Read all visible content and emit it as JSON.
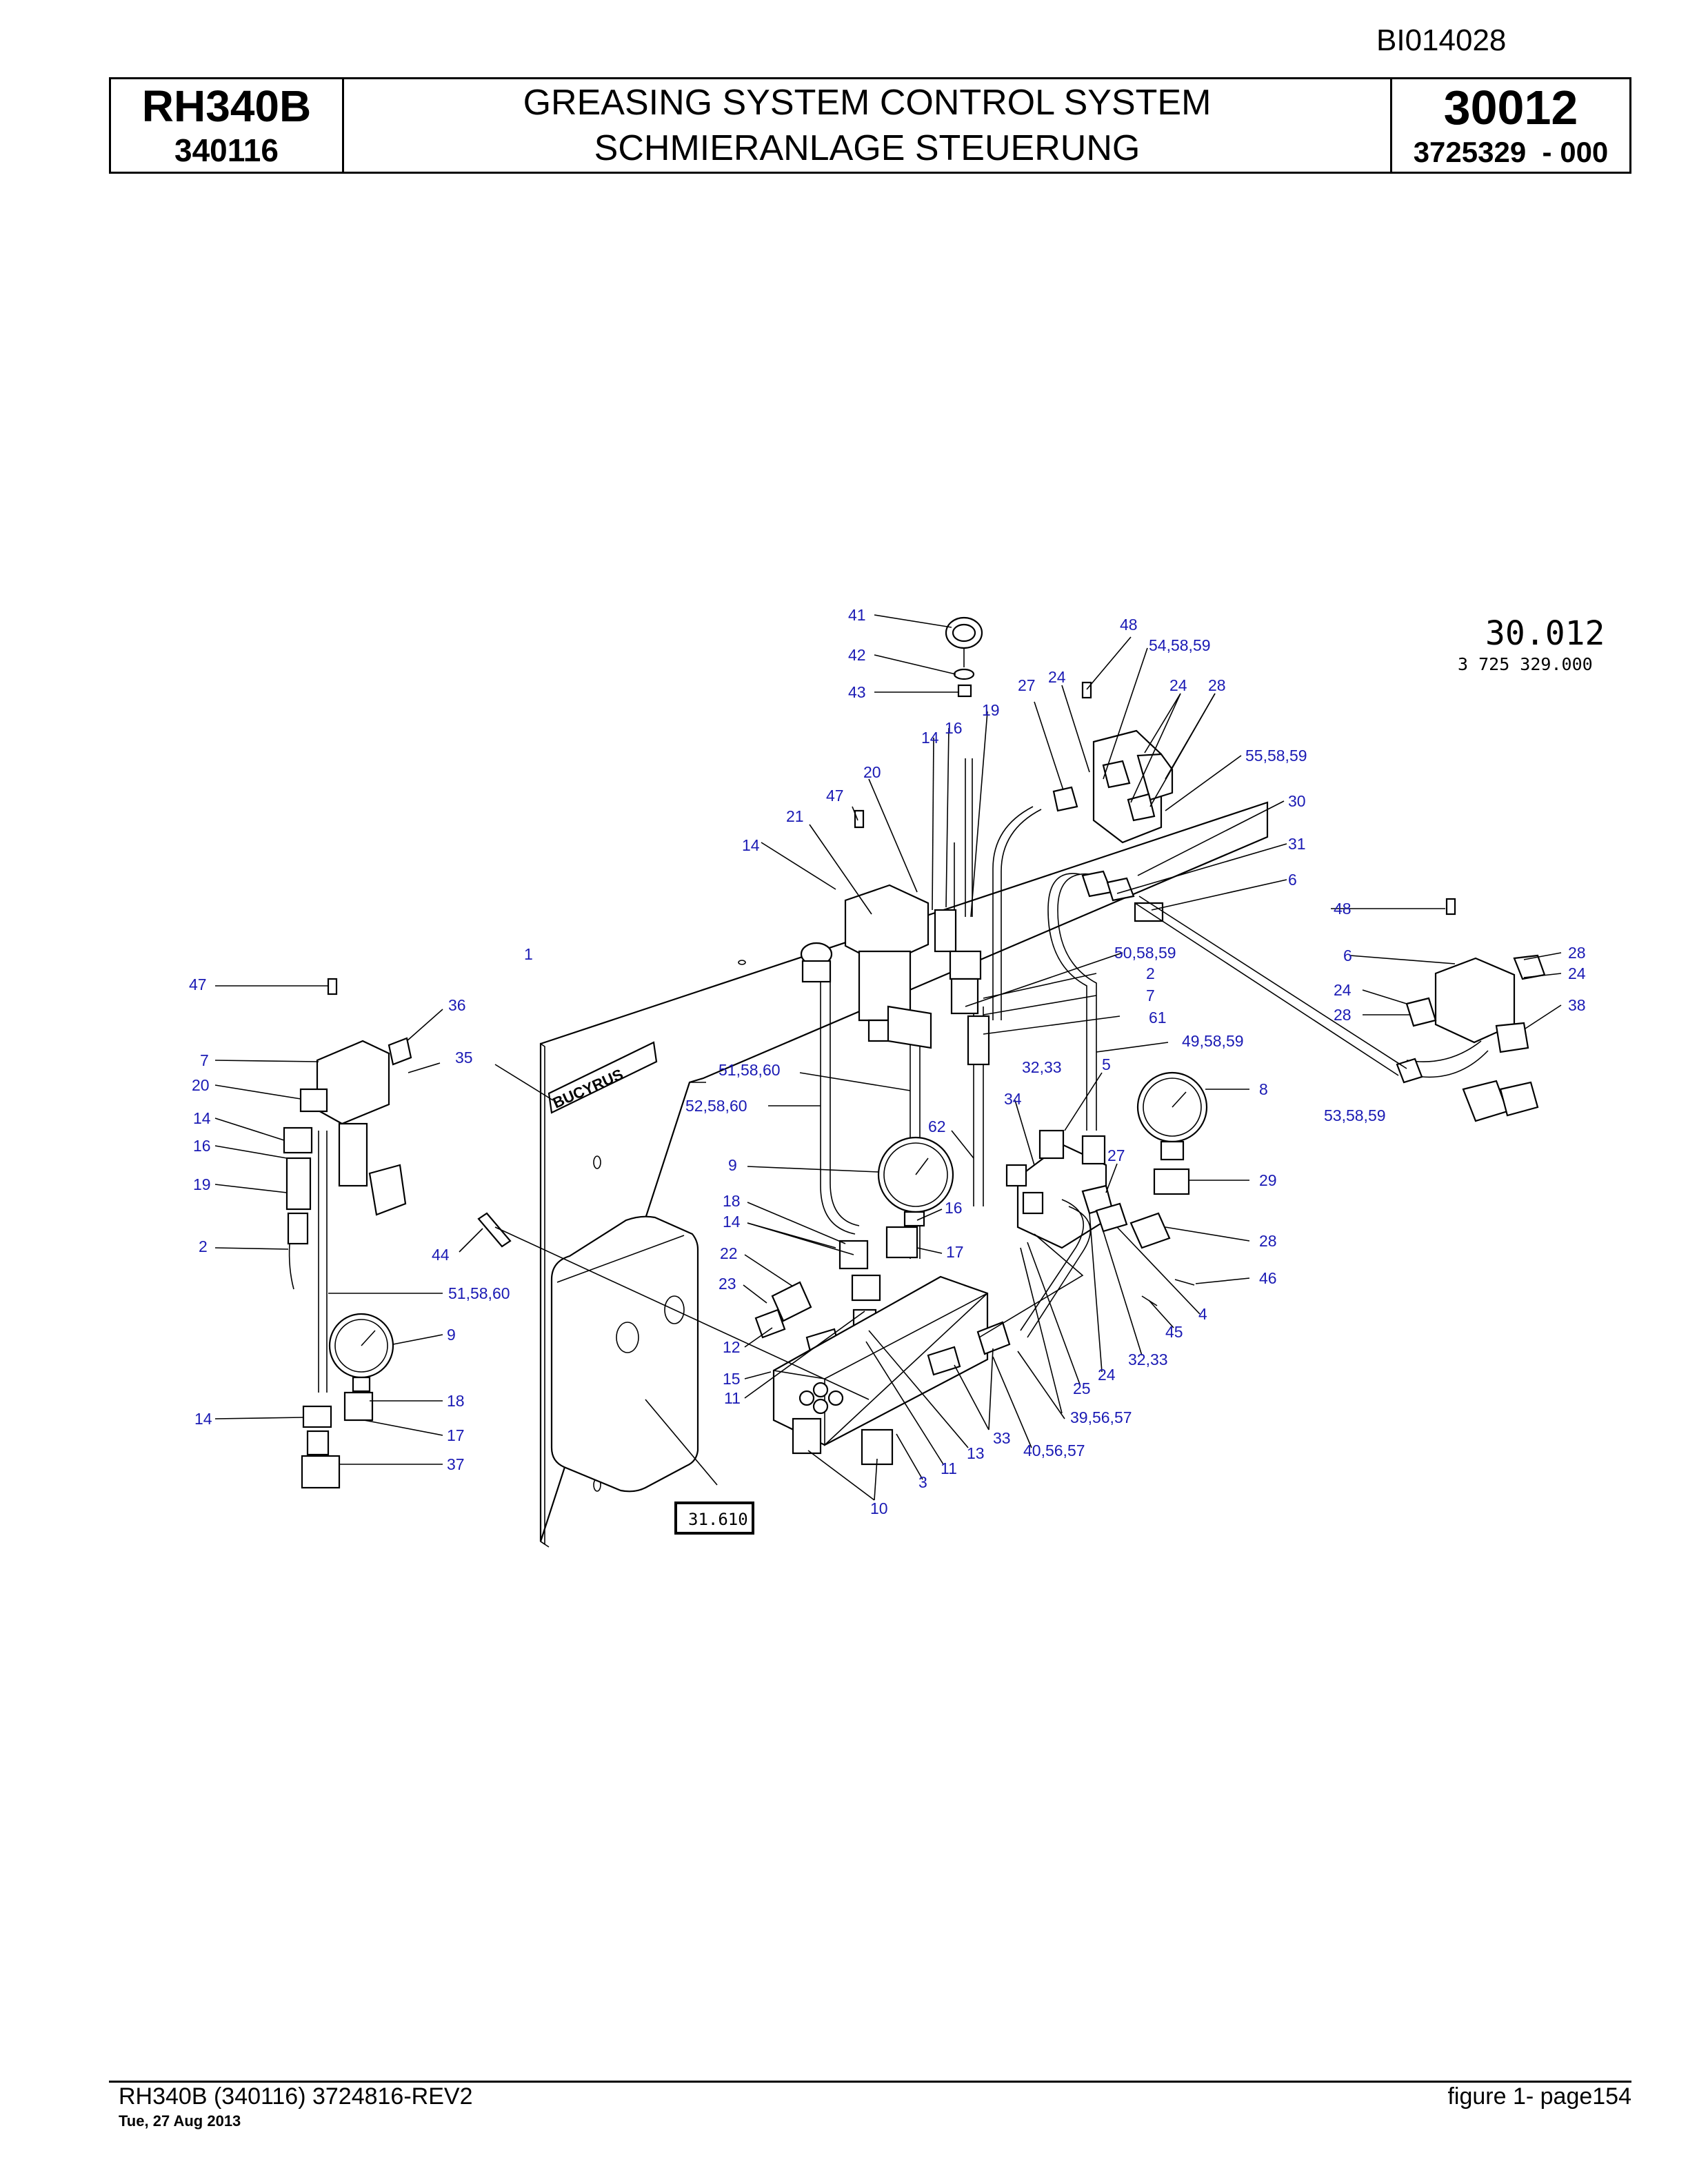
{
  "header": {
    "doc_id": "BI014028",
    "model": "RH340B",
    "serial": "340116",
    "title_en": "GREASING SYSTEM CONTROL SYSTEM",
    "title_de": "SCHMIERANLAGE STEUERUNG",
    "figure_number": "30012",
    "part_number": "3725329  - 000"
  },
  "drawing": {
    "ref_number": "30.012",
    "ref_part": "3 725 329.000",
    "box_ref": "31.610",
    "brand": "BUCYRUS",
    "callouts": [
      "41",
      "42",
      "43",
      "48",
      "54,58,59",
      "27",
      "24",
      "24",
      "28",
      "19",
      "16",
      "14",
      "20",
      "55,58,59",
      "47",
      "21",
      "30",
      "14",
      "31",
      "6",
      "48",
      "1",
      "50,58,59",
      "2",
      "6",
      "28",
      "24",
      "24",
      "28",
      "38",
      "47",
      "36",
      "7",
      "61",
      "35",
      "7",
      "49,58,59",
      "51,58,60",
      "32,33",
      "5",
      "20",
      "52,58,60",
      "34",
      "8",
      "53,58,59",
      "14",
      "16",
      "62",
      "27",
      "9",
      "19",
      "29",
      "18",
      "16",
      "14",
      "2",
      "44",
      "22",
      "17",
      "28",
      "23",
      "46",
      "51,58,60",
      "4",
      "9",
      "45",
      "12",
      "32,33",
      "15",
      "24",
      "11",
      "25",
      "18",
      "39,56,57",
      "33",
      "17",
      "13",
      "14",
      "40,56,57",
      "11",
      "37",
      "3",
      "10"
    ]
  },
  "footer": {
    "doc_ref": "RH340B (340116) 3724816-REV2",
    "date": "Tue, 27 Aug 2013",
    "page": "figure  1- page154"
  }
}
